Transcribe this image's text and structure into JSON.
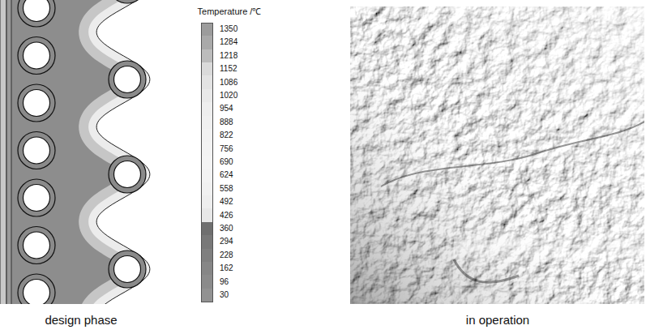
{
  "diagram": {
    "labels": [
      "Temperature /℃",
      "design phase",
      "in operation"
    ],
    "legend": [
      {
        "text": "1350",
        "color": "#9c9c9c"
      },
      {
        "text": "1284",
        "color": "#a9a9a9"
      },
      {
        "text": "1218",
        "color": "#bcbcbc"
      },
      {
        "text": "1152",
        "color": "#dadada"
      },
      {
        "text": "1086",
        "color": "#e3e3e3"
      },
      {
        "text": "1020",
        "color": "#e9e9e9"
      },
      {
        "text": "954",
        "color": "#eeeeee"
      },
      {
        "text": "888",
        "color": "#f0f0f0"
      },
      {
        "text": "822",
        "color": "#f2f2f2"
      },
      {
        "text": "756",
        "color": "#f3f3f3"
      },
      {
        "text": "690",
        "color": "#f4f4f4"
      },
      {
        "text": "624",
        "color": "#f3f3f3"
      },
      {
        "text": "558",
        "color": "#f1f1f1"
      },
      {
        "text": "492",
        "color": "#eeeeee"
      },
      {
        "text": "426",
        "color": "#e8e8e8"
      },
      {
        "text": "360",
        "color": "#6f6f6f"
      },
      {
        "text": "294",
        "color": "#787878"
      },
      {
        "text": "228",
        "color": "#7f7f7f"
      },
      {
        "text": "162",
        "color": "#868686"
      },
      {
        "text": "96",
        "color": "#8b8b8b"
      },
      {
        "text": "30",
        "color": "#929292"
      }
    ]
  }
}
